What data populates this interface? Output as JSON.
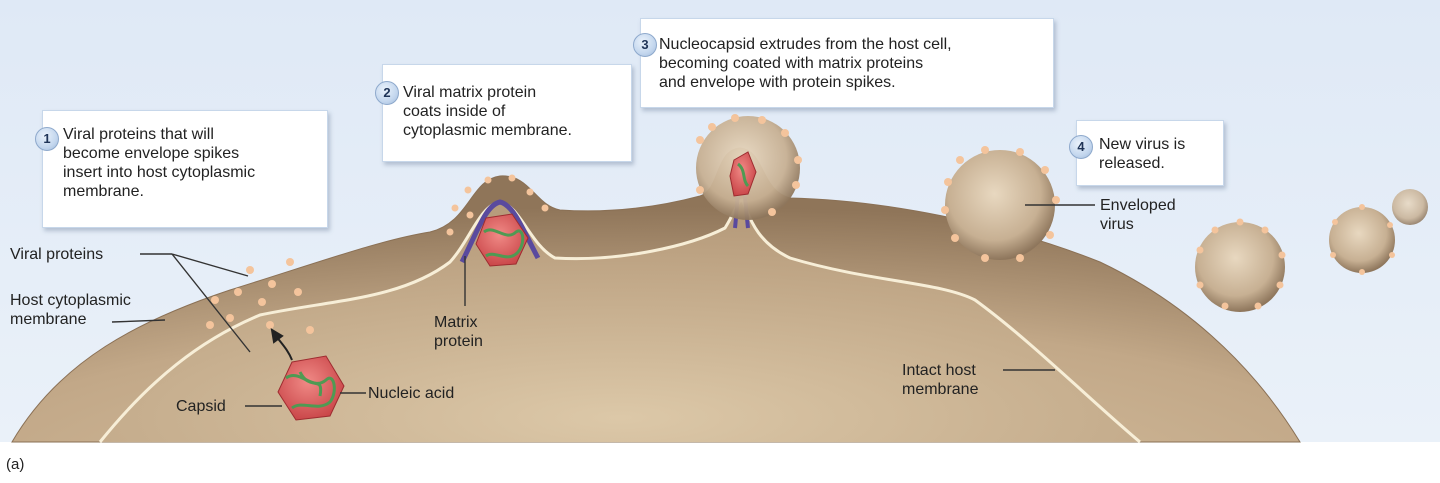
{
  "steps": [
    {
      "number": "1",
      "text": "Viral proteins that will\nbecome envelope spikes\ninsert into host cytoplasmic\nmembrane."
    },
    {
      "number": "2",
      "text": "Viral matrix protein\ncoats inside of\ncytoplasmic membrane."
    },
    {
      "number": "3",
      "text": "Nucleocapsid extrudes from the host cell,\nbecoming coated with matrix proteins\nand envelope with protein spikes."
    },
    {
      "number": "4",
      "text": "New virus is\nreleased."
    }
  ],
  "labels": {
    "viral_proteins": "Viral proteins",
    "host_membrane": "Host cytoplasmic\nmembrane",
    "capsid": "Capsid",
    "nucleic_acid": "Nucleic acid",
    "matrix_protein": "Matrix\nprotein",
    "intact_host_membrane": "Intact host\nmembrane",
    "enveloped_virus": "Enveloped\nvirus"
  },
  "panel_letter": "(a)",
  "colors": {
    "background": "#e6eef8",
    "cell": "#a98e6e",
    "membrane": "#f6ecd4",
    "spike": "#f4c49c",
    "capsid": "#d95a5a",
    "nucleic_acid": "#4f9a53",
    "matrix": "#5a4a9e",
    "step_circle": "#c4d7ee"
  }
}
